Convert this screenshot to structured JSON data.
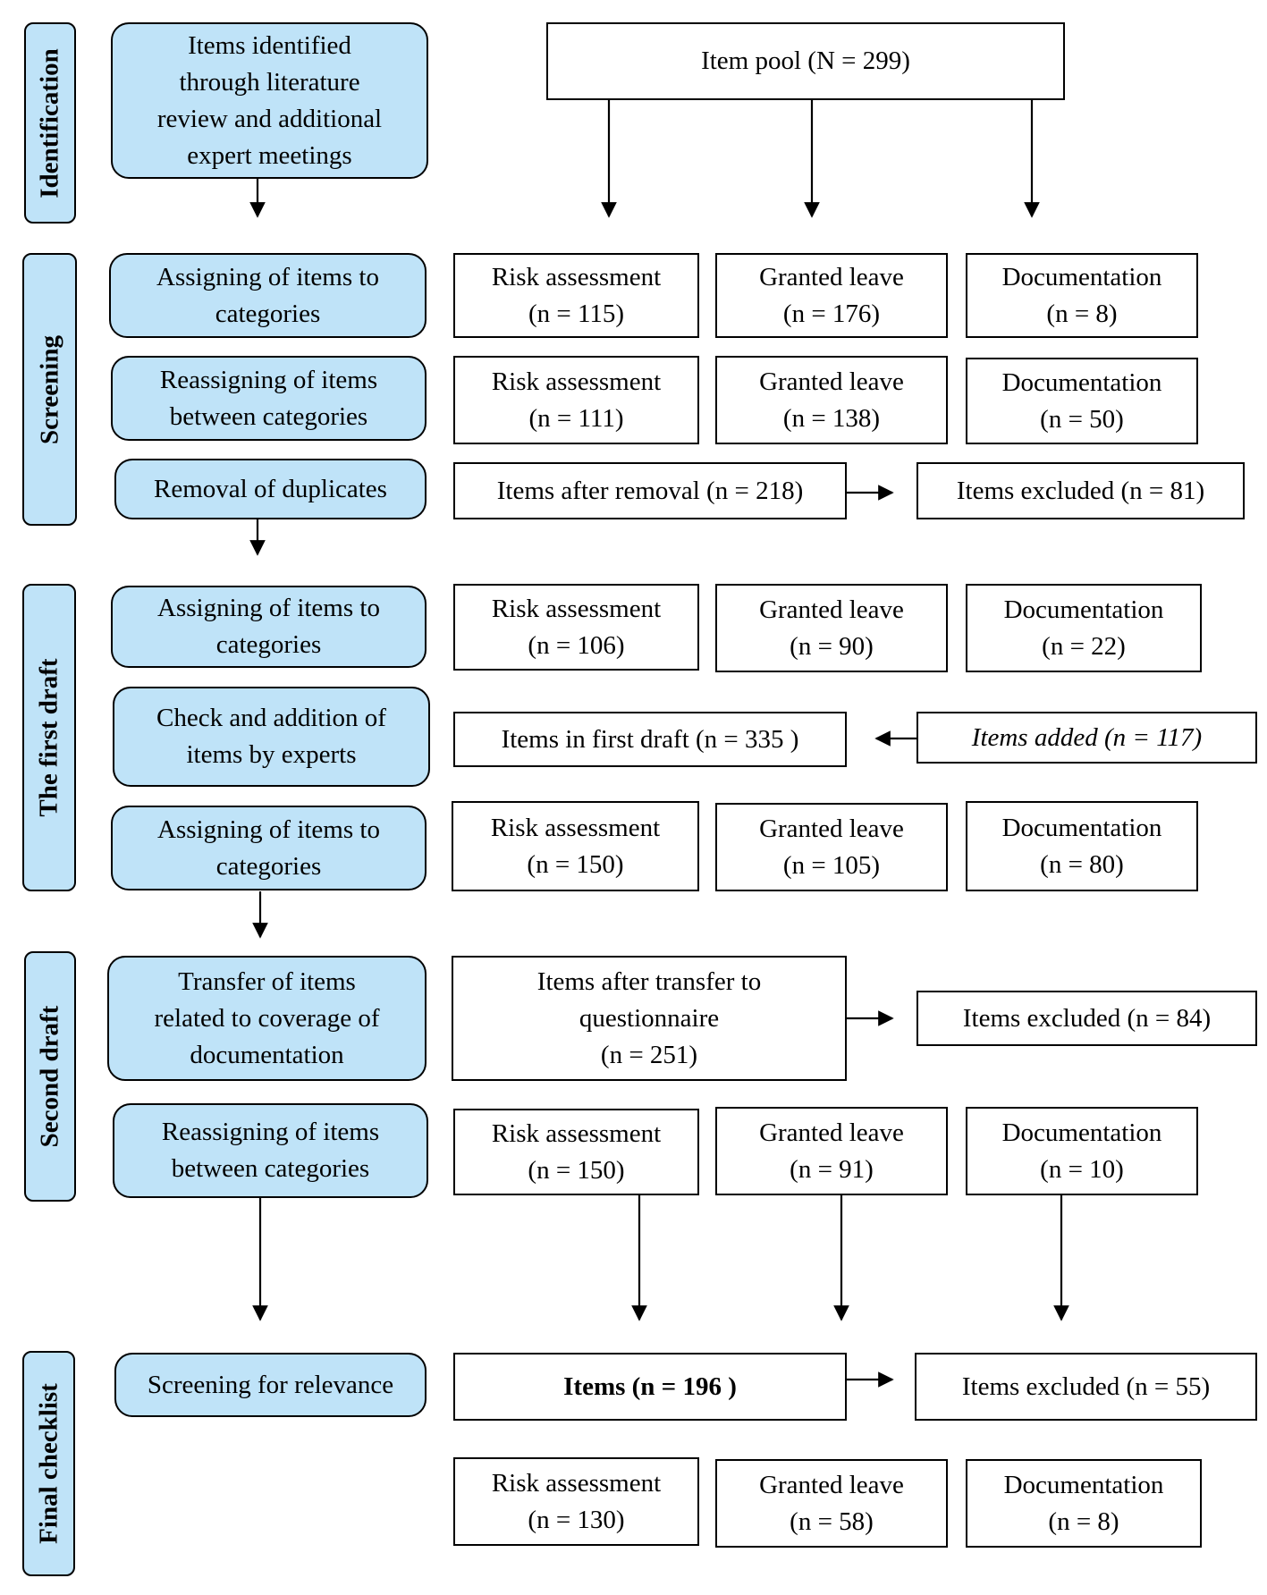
{
  "phases": {
    "identification": "Identification",
    "screening": "Screening",
    "first_draft": "The first draft",
    "second_draft": "Second draft",
    "final_checklist": "Final checklist"
  },
  "steps": {
    "identified": "Items identified\nthrough literature\nreview and additional\nexpert meetings",
    "assign_1": "Assigning of items to\ncategories",
    "reassign_1": "Reassigning of items\nbetween categories",
    "remove_duplicates": "Removal of duplicates",
    "assign_2": "Assigning of items to\ncategories",
    "check_addition": "Check and addition of\nitems by experts",
    "assign_3": "Assigning of items to\ncategories",
    "transfer": "Transfer of items\nrelated to coverage of\ndocumentation",
    "reassign_2": "Reassigning of items\nbetween categories",
    "screen_relevance": "Screening for relevance"
  },
  "results": {
    "item_pool": "Item pool (N = 299)",
    "row1": {
      "risk": "Risk assessment\n(n = 115)",
      "leave": "Granted leave\n(n = 176)",
      "doc": "Documentation\n(n = 8)"
    },
    "row2": {
      "risk": "Risk assessment\n(n = 111)",
      "leave": "Granted leave\n(n = 138)",
      "doc": "Documentation\n(n = 50)"
    },
    "after_removal": "Items after removal (n = 218)",
    "excluded_1": "Items excluded (n = 81)",
    "row3": {
      "risk": "Risk assessment\n(n = 106)",
      "leave": "Granted leave\n(n = 90)",
      "doc": "Documentation\n(n = 22)"
    },
    "first_draft_items": "Items in first draft (n = 335 )",
    "items_added": "Items added (n = 117)",
    "row4": {
      "risk": "Risk assessment\n(n = 150)",
      "leave": "Granted leave\n(n = 105)",
      "doc": "Documentation\n(n = 80)"
    },
    "after_transfer": "Items after transfer to\nquestionnaire\n(n = 251)",
    "excluded_2": "Items excluded (n = 84)",
    "row5": {
      "risk": "Risk assessment\n(n = 150)",
      "leave": "Granted leave\n(n = 91)",
      "doc": "Documentation\n(n = 10)"
    },
    "final_items": "Items (n = 196 )",
    "excluded_3": "Items excluded (n = 55)",
    "row6": {
      "risk": "Risk assessment\n(n = 130)",
      "leave": "Granted leave\n(n = 58)",
      "doc": "Documentation\n(n = 8)"
    }
  }
}
